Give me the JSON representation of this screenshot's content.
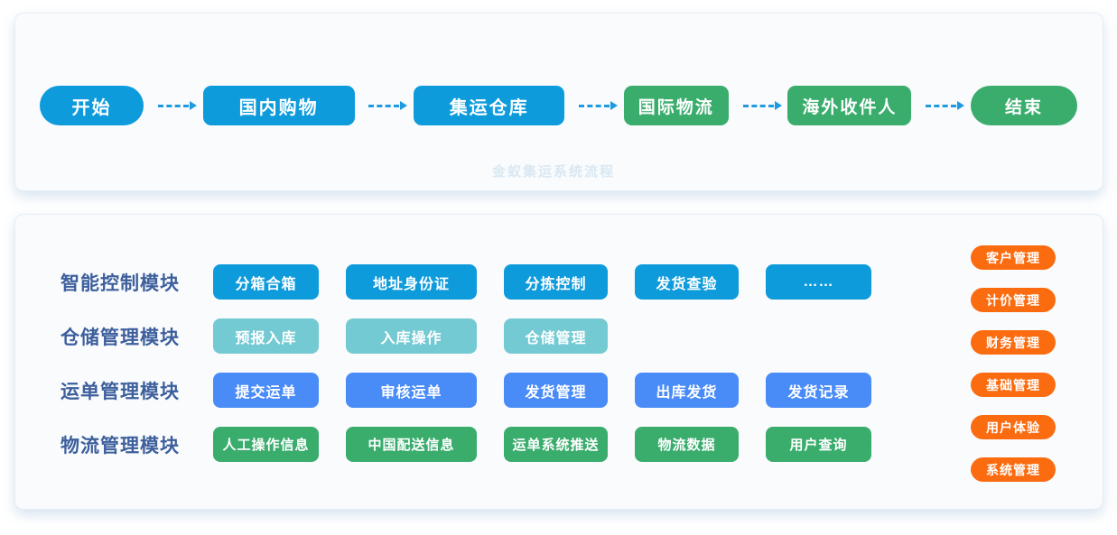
{
  "colors": {
    "node_blue": "#0e9bdc",
    "node_green": "#3aad6d",
    "row_teal": "#74cad3",
    "row_light_blue": "#4a8cf7",
    "side_orange": "#fb6c10",
    "row_label_text": "#3d5f9c",
    "arrow_blue": "#1e9ae0",
    "watermark_text": "#d9e8f3",
    "card_background": "#f9fbfd"
  },
  "flow": {
    "watermark": "金蚁集运系统流程",
    "nodes": [
      {
        "label": "开始"
      },
      {
        "label": "国内购物"
      },
      {
        "label": "集运仓库"
      },
      {
        "label": "国际物流"
      },
      {
        "label": "海外收件人"
      },
      {
        "label": "结束"
      }
    ]
  },
  "modules": {
    "rows": [
      {
        "label": "智能控制模块",
        "items": [
          "分箱合箱",
          "地址身份证",
          "分拣控制",
          "发货查验",
          "……"
        ]
      },
      {
        "label": "仓储管理模块",
        "items": [
          "预报入库",
          "入库操作",
          "仓储管理"
        ]
      },
      {
        "label": "运单管理模块",
        "items": [
          "提交运单",
          "审核运单",
          "发货管理",
          "出库发货",
          "发货记录"
        ]
      },
      {
        "label": "物流管理模块",
        "items": [
          "人工操作信息",
          "中国配送信息",
          "运单系统推送",
          "物流数据",
          "用户查询"
        ]
      }
    ],
    "side_buttons": [
      "客户管理",
      "计价管理",
      "财务管理",
      "基础管理",
      "用户体验",
      "系统管理"
    ]
  }
}
